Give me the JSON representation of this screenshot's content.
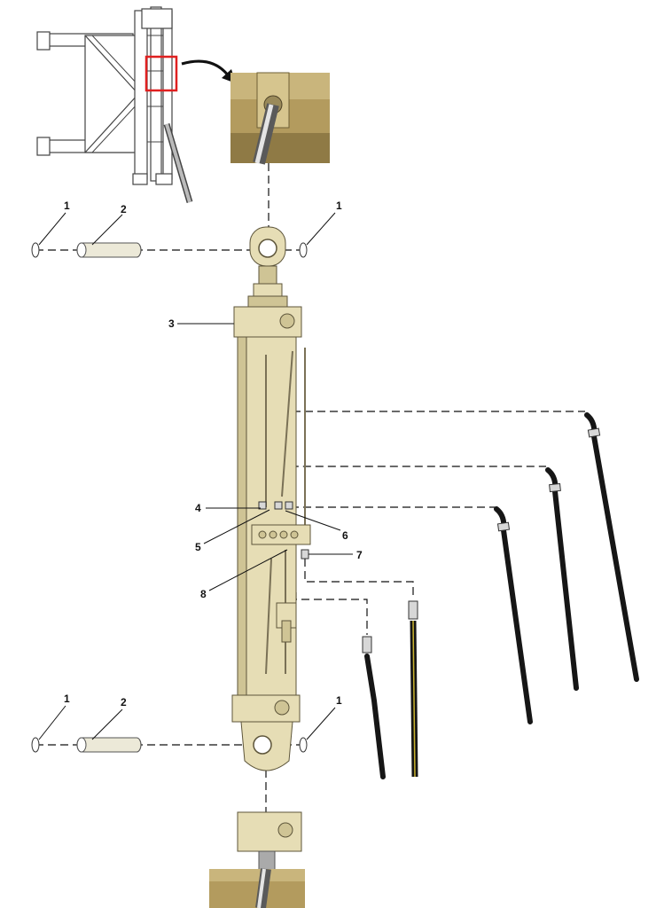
{
  "callouts": {
    "c1_top_left": "1",
    "c2_top": "2",
    "c1_top_right": "1",
    "c3": "3",
    "c4": "4",
    "c5": "5",
    "c6": "6",
    "c7": "7",
    "c8": "8",
    "c1_bottom_left": "1",
    "c2_bottom": "2",
    "c1_bottom_right": "1"
  },
  "colors": {
    "cylinder": "#e6ddb5",
    "cylinder_shade": "#cfc495",
    "hose": "#161616",
    "hose_yellow_stripe": "#c9b22e",
    "highlight_box": "#e02020",
    "inset_background": "#b39b5e"
  },
  "icons": {
    "callout_arrow": "curved-arrow-icon"
  }
}
